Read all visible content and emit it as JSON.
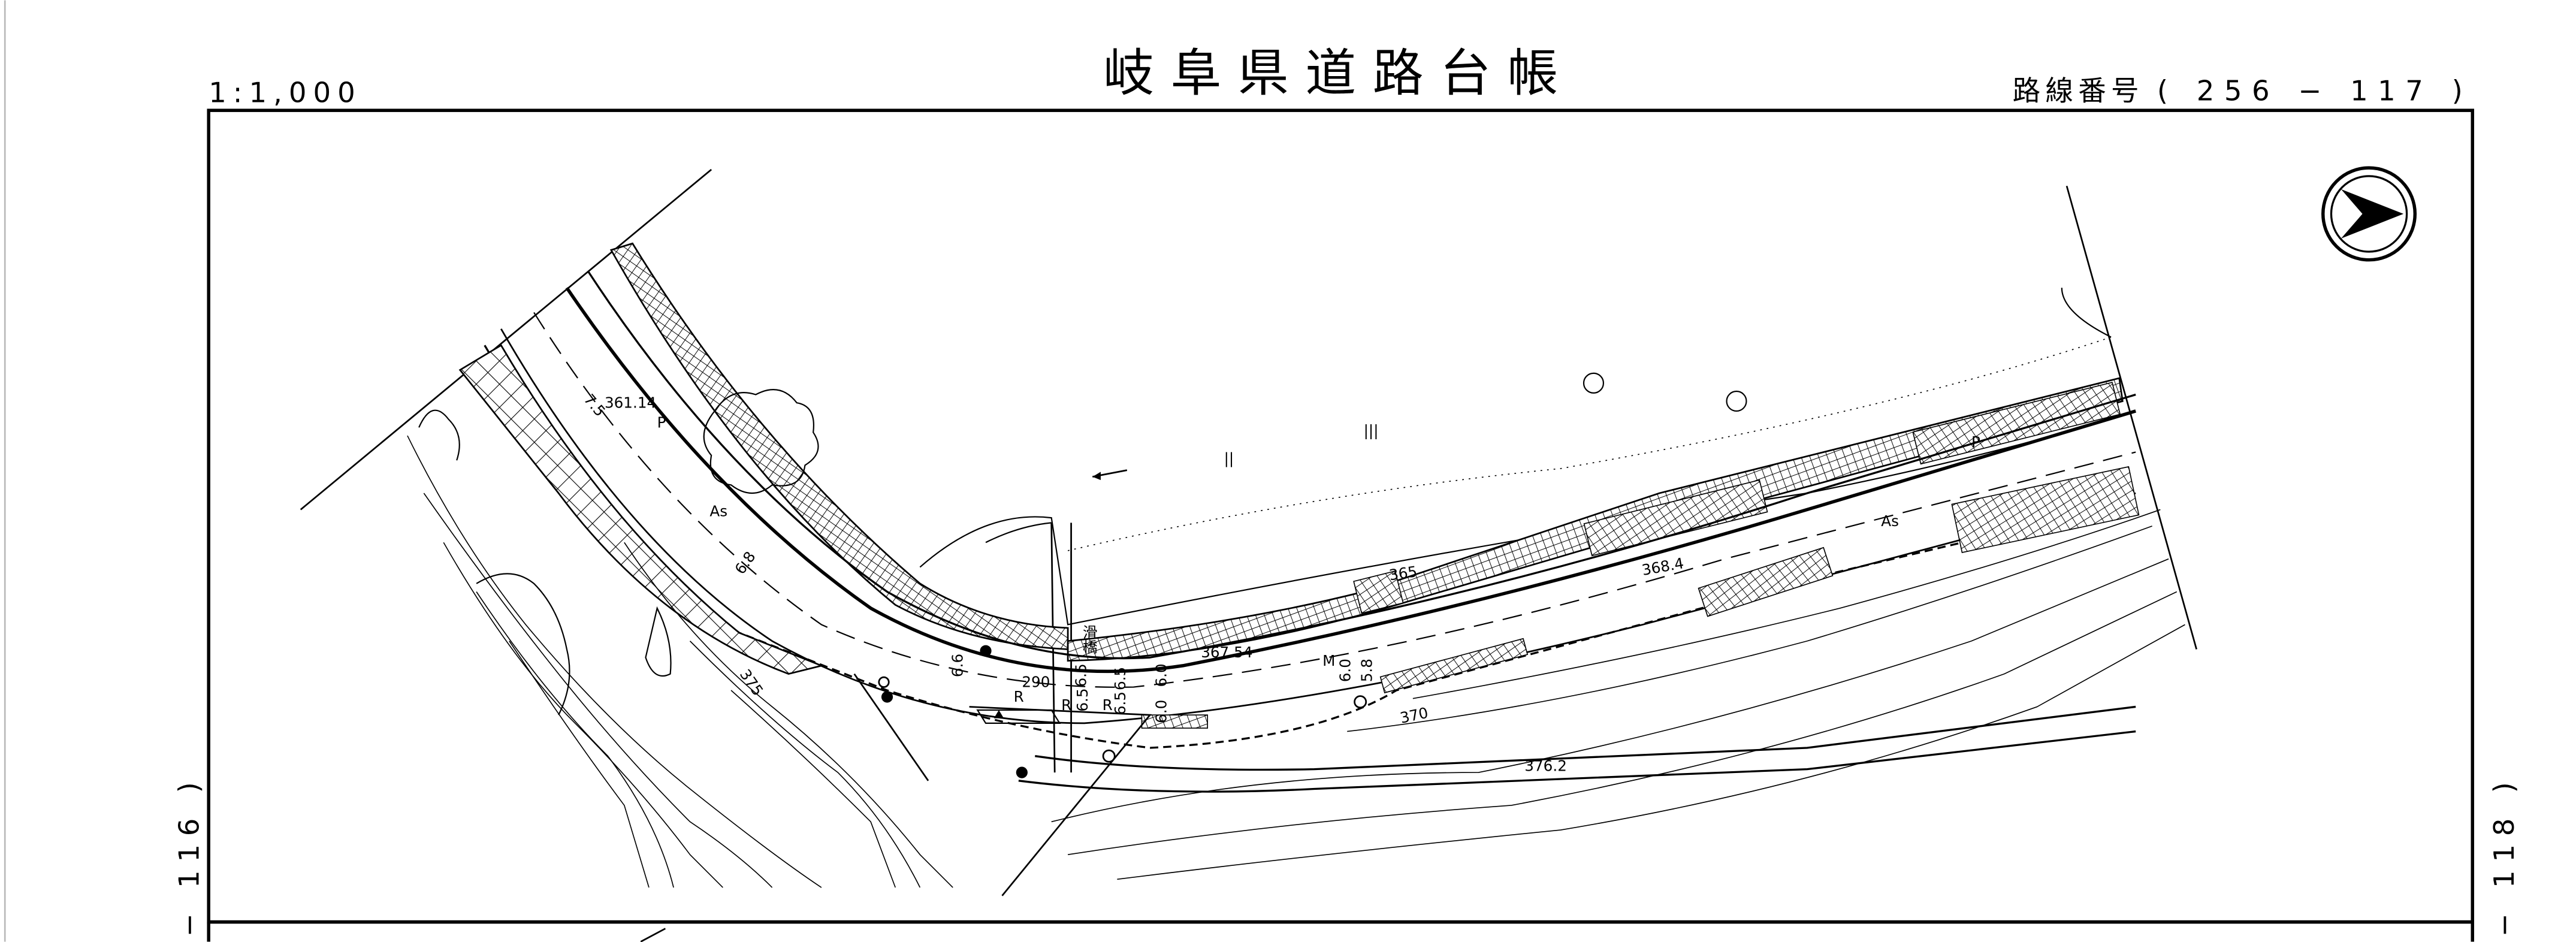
{
  "header": {
    "scale": "1:1,000",
    "title": "岐阜県道路台帳",
    "route_label": "路線番号",
    "route_number": "( 256 − 117 )"
  },
  "side_labels": {
    "left": "− 116 )",
    "right": "− 118 )"
  },
  "map": {
    "north_arrow_icon": "north-arrow-icon",
    "labels": {
      "width_left": "7.5",
      "elev_1": "361.14",
      "surface_1": "As",
      "width_2": "6.8",
      "contour_375": "375",
      "width_3": "6.6",
      "radius": "290",
      "width_4": "6.5",
      "width_5": "6.5",
      "width_6": "6.5",
      "width_7": "6.5",
      "width_8": "6.0",
      "width_9": "6.0",
      "bridge_name": "滑橋",
      "elev_2": "367.54",
      "contour_365": "365",
      "elev_3": "368.4",
      "surface_2": "As",
      "width_10": "6.0",
      "width_11": "5.8",
      "contour_370": "370",
      "elev_4": "376.2",
      "mark_p1": "P",
      "mark_p2": "P",
      "mark_m": "M",
      "mark_r1": "R",
      "mark_r2": "R",
      "mark_r3": "R",
      "river_mark_1": "||",
      "river_mark_2": "|||"
    }
  }
}
